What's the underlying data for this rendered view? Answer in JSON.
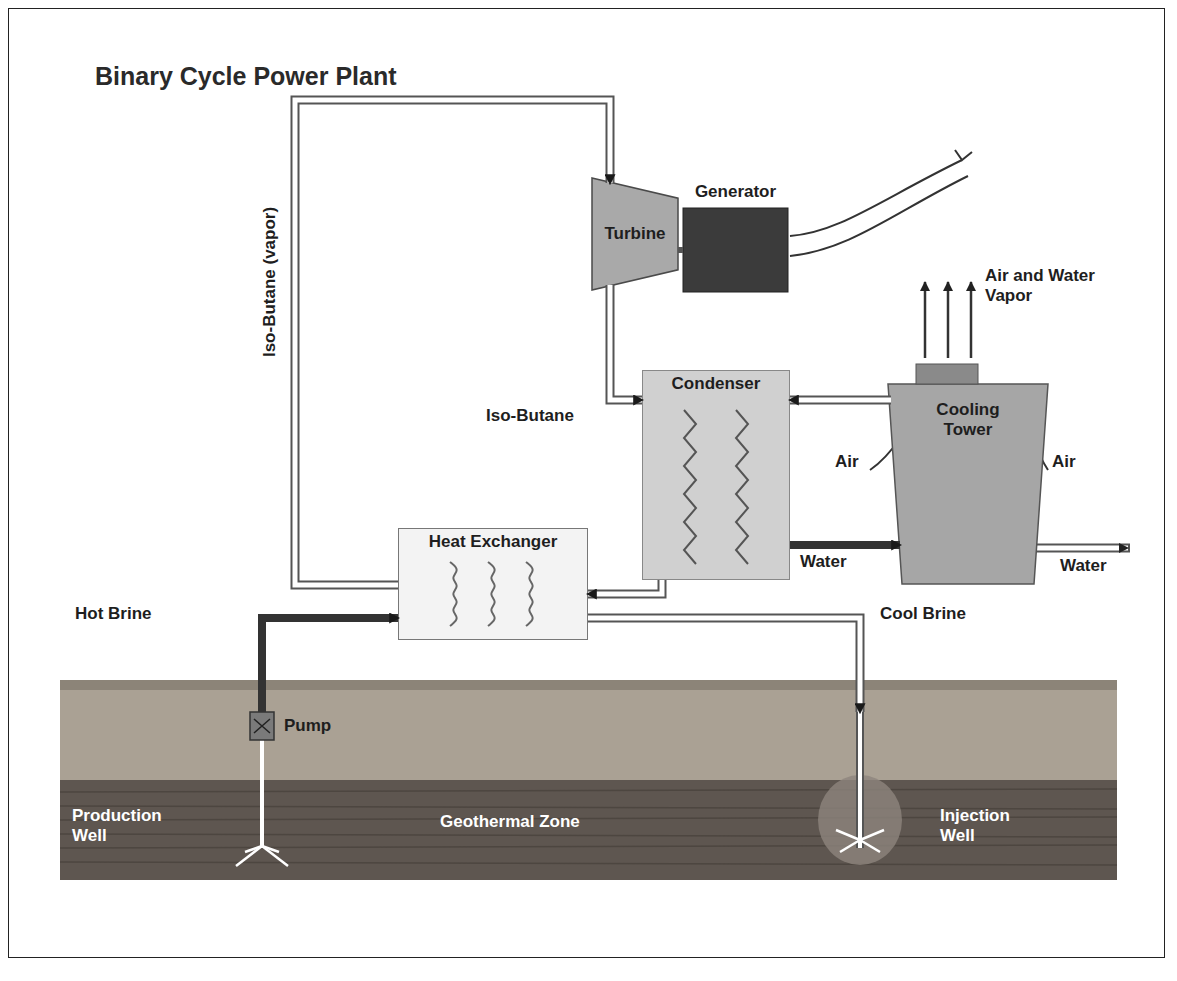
{
  "diagram": {
    "title": "Binary Cycle Power Plant",
    "nodes": [
      {
        "text": [
          "Turbine"
        ]
      },
      {
        "text": [
          "Generator"
        ]
      },
      {
        "text": [
          "Condenser"
        ]
      },
      {
        "text": [
          "Cooling Tower"
        ]
      },
      {
        "text": [
          "Heat Exchanger"
        ]
      },
      {
        "text": [
          "Geothermal Zone"
        ]
      },
      {
        "text": [
          "Pump"
        ],
        "in": 5
      }
    ],
    "edges": [
      {
        "from": 0,
        "to": 1,
        "arrow": "none"
      },
      {
        "from": 4,
        "to": 0,
        "arrow": "to",
        "label": "Iso-Butane (vapor)"
      },
      {
        "from": 0,
        "to": 2,
        "arrow": "to",
        "label": "Iso-Butane"
      },
      {
        "from": 2,
        "to": 4,
        "arrow": "to"
      },
      {
        "from": 3,
        "to": 2,
        "arrow": "to"
      },
      {
        "from": 2,
        "to": 3,
        "arrow": "to",
        "label": "Water"
      },
      {
        "from": 6,
        "to": 4,
        "arrow": "to",
        "label": "Hot Brine"
      },
      {
        "from": 4,
        "to": 5,
        "arrow": "to",
        "label": "Cool Brine"
      }
    ],
    "labels": [
      "Air and Water Vapor",
      "Air",
      "Air",
      "Water",
      "Production Well",
      "Injection Well"
    ]
  }
}
